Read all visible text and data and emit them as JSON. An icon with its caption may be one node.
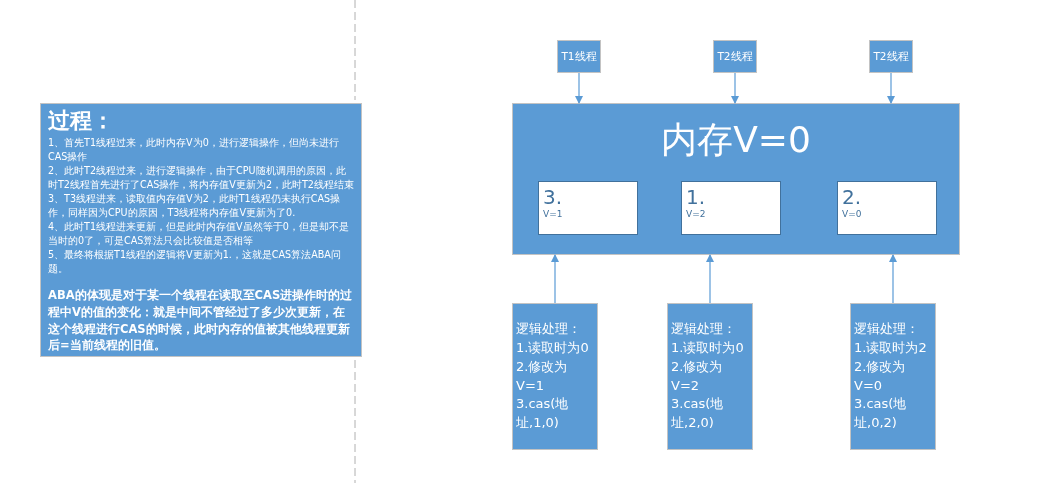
{
  "diagram": {
    "nodes": [
      {
        "text": [
          "过程：",
          "1、首先T1线程过来，此时内存V为0，进行逻辑操作，但尚未进行CAS操作",
          "2、此时T2线程过来，进行逻辑操作，由于CPU随机调用的原因，此时T2线程首先进行了CAS操作，将内存值V更新为2，此时T2线程结束",
          "3、T3线程进来，读取值内存值V为2，此时T1线程仍未执行CAS操作，同样因为CPU的原因，T3线程将内存值V更新为了0.",
          "4、此时T1线程进来更新，但是此时内存值V虽然等于0，但是却不是当时的0了，可是CAS算法只会比较值是否相等",
          "5、最终将根据T1线程的逻辑将V更新为1.，这就是CAS算法ABA问题。",
          "ABA的体现是对于某一个线程在读取至CAS进操作时的过程中V的值的变化：就是中间不管经过了多少次更新，在这个线程进行CAS的时候，此时内存的值被其他线程更新后=当前线程的旧值。"
        ]
      },
      {
        "text": [
          "T1线程"
        ]
      },
      {
        "text": [
          "T2线程"
        ]
      },
      {
        "text": [
          "T2线程"
        ]
      },
      {
        "text": [
          "内存V=0"
        ]
      },
      {
        "text": [
          "3.",
          "V=1"
        ],
        "in": 4
      },
      {
        "text": [
          "1.",
          "V=2"
        ],
        "in": 4
      },
      {
        "text": [
          "2.",
          "V=0"
        ],
        "in": 4
      },
      {
        "text": [
          "逻辑处理：",
          "1.读取时为0",
          "2.修改为V=1",
          "3.cas(地址,1,0)"
        ]
      },
      {
        "text": [
          "逻辑处理：",
          "1.读取时为0",
          "2.修改为V=2",
          "3.cas(地址,2,0)"
        ]
      },
      {
        "text": [
          "逻辑处理：",
          "1.读取时为2",
          "2.修改为V=0",
          "3.cas(地址,0,2)"
        ]
      }
    ],
    "edges": [
      {
        "from": 1,
        "to": 4,
        "arrow": "to"
      },
      {
        "from": 2,
        "to": 4,
        "arrow": "to"
      },
      {
        "from": 3,
        "to": 4,
        "arrow": "to"
      },
      {
        "from": 8,
        "to": 4,
        "arrow": "to"
      },
      {
        "from": 9,
        "to": 4,
        "arrow": "to"
      },
      {
        "from": 10,
        "to": 4,
        "arrow": "to"
      }
    ]
  }
}
